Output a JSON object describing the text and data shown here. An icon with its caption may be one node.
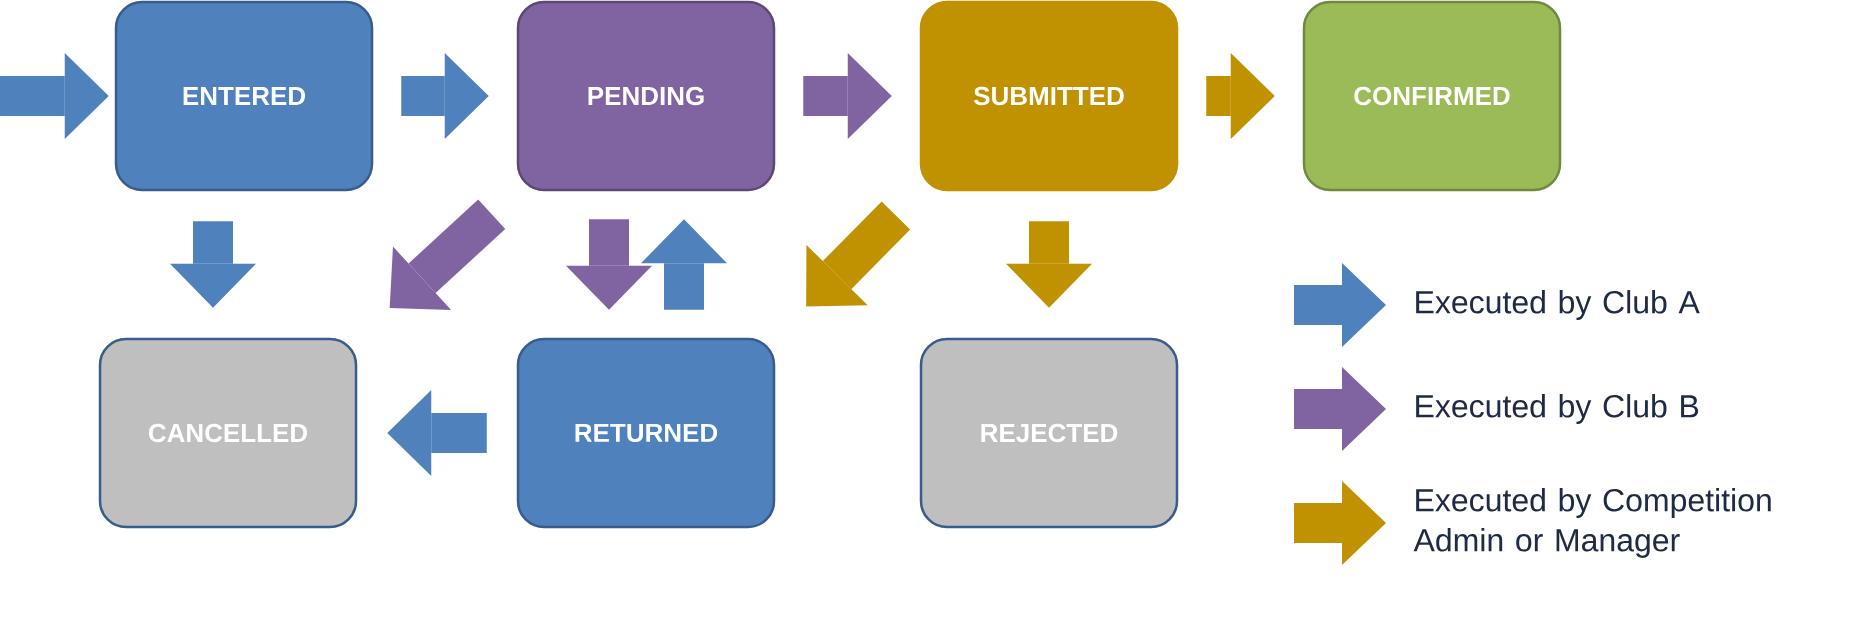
{
  "diagram": {
    "nodes": [
      {
        "text": [
          "ENTERED"
        ]
      },
      {
        "text": [
          "PENDING"
        ]
      },
      {
        "text": [
          "SUBMITTED"
        ]
      },
      {
        "text": [
          "CONFIRMED"
        ]
      },
      {
        "text": [
          "CANCELLED"
        ]
      },
      {
        "text": [
          "RETURNED"
        ]
      },
      {
        "text": [
          "REJECTED"
        ]
      }
    ],
    "edges": [
      {
        "from": null,
        "to": 0,
        "arrow": "to"
      },
      {
        "from": 0,
        "to": 1,
        "arrow": "to"
      },
      {
        "from": 1,
        "to": 2,
        "arrow": "to",
        "color": "#8064a2"
      },
      {
        "from": 2,
        "to": 3,
        "arrow": "to",
        "color": "#c09100"
      },
      {
        "from": 0,
        "to": 4,
        "arrow": "to"
      },
      {
        "from": 1,
        "to": 4,
        "arrow": "to",
        "color": "#8064a2"
      },
      {
        "from": 1,
        "to": 5,
        "arrow": "to",
        "color": "#8064a2"
      },
      {
        "from": 5,
        "to": 1,
        "arrow": "to"
      },
      {
        "from": 2,
        "to": 5,
        "arrow": "to",
        "color": "#c09100"
      },
      {
        "from": 2,
        "to": 6,
        "arrow": "to",
        "color": "#c09100"
      },
      {
        "from": 5,
        "to": 4,
        "arrow": "to"
      }
    ],
    "legend": [
      {
        "text": "Executed by Club A",
        "color": "#4f81bd"
      },
      {
        "text": "Executed by Club B",
        "color": "#8064a2"
      },
      {
        "text": "Executed by Competition Admin or Manager",
        "color": "#c09100"
      }
    ]
  }
}
